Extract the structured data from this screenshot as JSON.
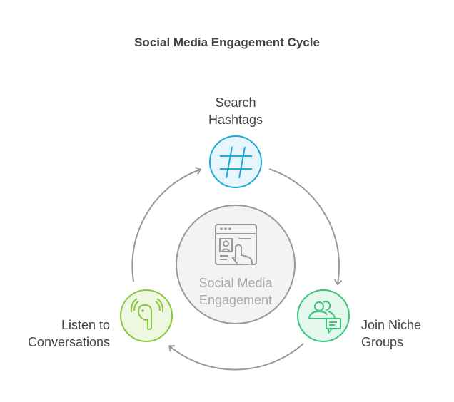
{
  "title": "Social Media Engagement Cycle",
  "center": {
    "line1": "Social Media",
    "line2": "Engagement",
    "icon": "web-profile-touch-icon"
  },
  "nodes": [
    {
      "line1": "Search",
      "line2": "Hashtags",
      "icon": "hashtag-icon",
      "color": "#1ea7d8",
      "fill": "#e6f6fc"
    },
    {
      "line1": "Join Niche",
      "line2": "Groups",
      "icon": "group-chat-icon",
      "color": "#3cc47c",
      "fill": "#e5f8ee"
    },
    {
      "line1": "Listen to",
      "line2": "Conversations",
      "icon": "earbud-icon",
      "color": "#8cc63f",
      "fill": "#eef8e0"
    }
  ]
}
